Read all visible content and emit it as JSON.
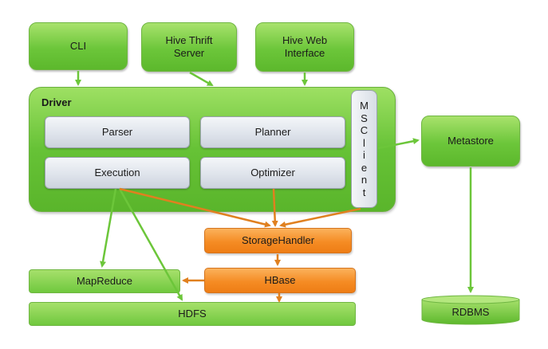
{
  "nodes": {
    "cli": "CLI",
    "thrift": "Hive Thrift\nServer",
    "web": "Hive Web\nInterface",
    "driver": "Driver",
    "parser": "Parser",
    "planner": "Planner",
    "execution": "Execution",
    "optimizer": "Optimizer",
    "msclient": [
      "M",
      "S",
      "C",
      "l",
      "i",
      "e",
      "n",
      "t"
    ],
    "metastore": "Metastore",
    "storagehandler": "StorageHandler",
    "hbase": "HBase",
    "mapreduce": "MapReduce",
    "hdfs": "HDFS",
    "rdbms": "RDBMS"
  },
  "colors": {
    "green": "#6cc63a",
    "orange": "#f58c24",
    "gray": "#dde2ea",
    "arrow_green": "#6cc63a",
    "arrow_orange": "#e0801f"
  }
}
